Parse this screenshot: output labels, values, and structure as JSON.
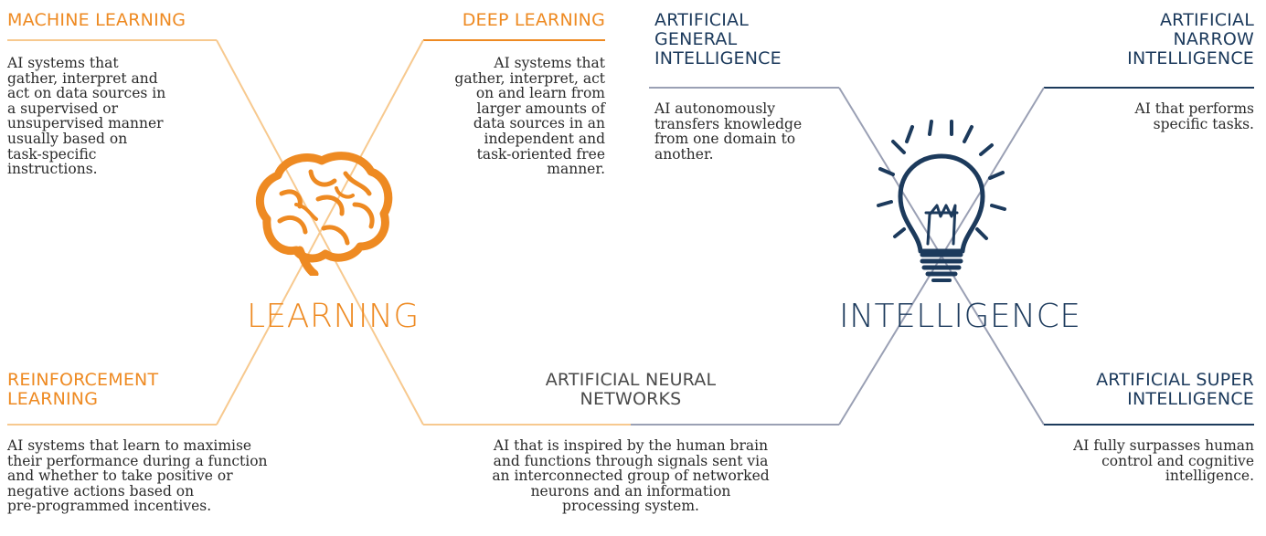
{
  "colors": {
    "learning": "#ee8a22",
    "intelligence": "#1c3a5c",
    "line_orange": "#f7c98f",
    "line_grey": "#9aa0b4",
    "text": "#2a2a2a"
  },
  "labels": {
    "learning": "LEARNING",
    "intelligence": "INTELLIGENCE"
  },
  "icons": {
    "brain": "brain-icon",
    "bulb": "lightbulb-icon"
  },
  "machine_learning": {
    "title": "MACHINE LEARNING",
    "text": "AI systems that\ngather, interpret and\nact on data sources in\na supervised or\nunsupervised manner\nusually based on\ntask-specific\ninstructions."
  },
  "deep_learning": {
    "title": "DEEP LEARNING",
    "text": "AI systems that\ngather, interpret, act\non and learn from\nlarger amounts of\ndata sources in an\nindependent and\ntask-oriented free\nmanner."
  },
  "agi": {
    "title": "ARTIFICIAL\nGENERAL\nINTELLIGENCE",
    "text": "AI autonomously\ntransfers knowledge\nfrom one domain to\nanother."
  },
  "ani": {
    "title": "ARTIFICIAL\nNARROW\nINTELLIGENCE",
    "text": "AI that performs\nspecific tasks."
  },
  "reinforcement": {
    "title": "REINFORCEMENT\nLEARNING",
    "text": "AI systems that learn to maximise\ntheir performance during a function\nand whether to take positive or\nnegative actions based on\npre-programmed incentives."
  },
  "ann": {
    "title": "ARTIFICIAL NEURAL\nNETWORKS",
    "text": "AI that is inspired by the human brain\nand functions through signals sent via\nan interconnected group of networked\nneurons and an information\nprocessing system."
  },
  "asi": {
    "title": "ARTIFICIAL SUPER\nINTELLIGENCE",
    "text": "AI fully surpasses human\ncontrol and cognitive\nintelligence."
  }
}
